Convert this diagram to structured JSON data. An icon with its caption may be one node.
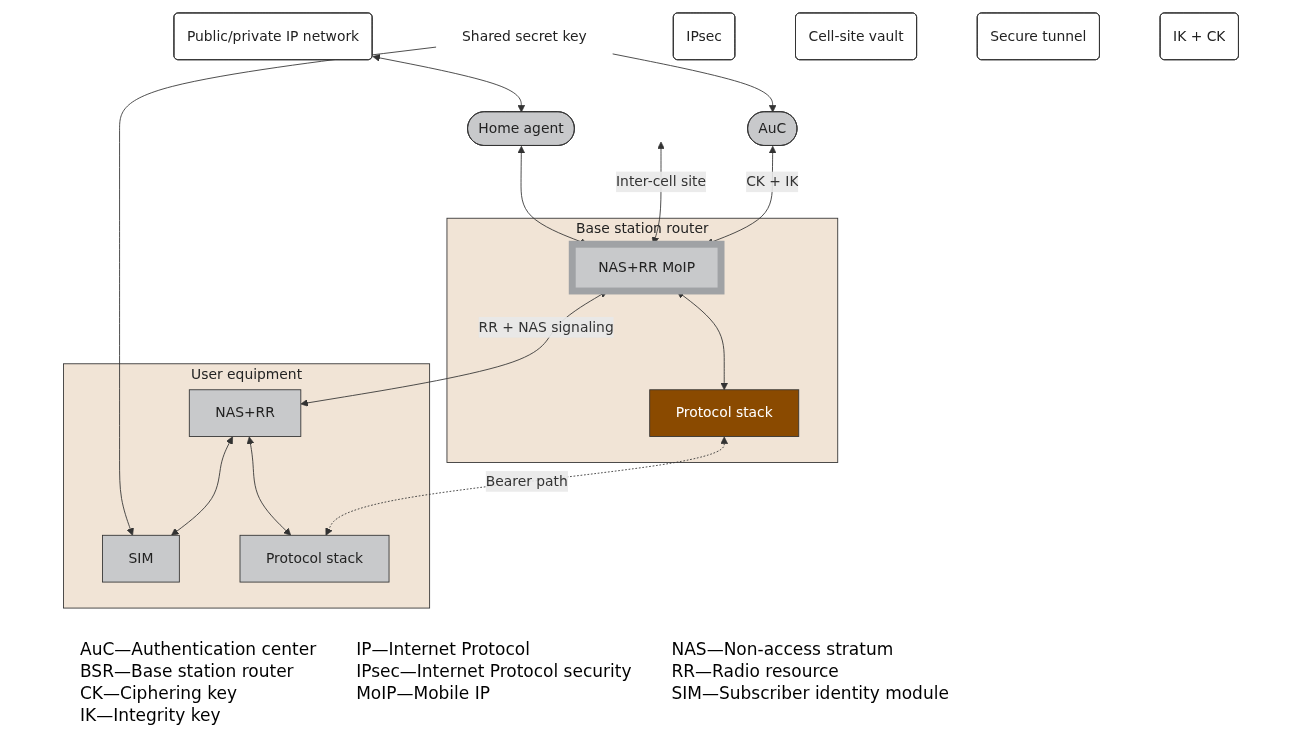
{
  "diagram": {
    "nodes": [
      {
        "text": [
          "Public/private IP network"
        ]
      },
      {
        "text": [
          "Home agent"
        ]
      },
      {
        "text": [
          "Shared secret key"
        ]
      },
      {
        "text": [
          "IPsec"
        ]
      },
      {
        "text": [
          "Cell-site vault"
        ]
      },
      {
        "text": [
          "AuC"
        ]
      },
      {
        "text": [
          "Base station router"
        ]
      },
      {
        "text": [
          "NAS+RR MoIP"
        ],
        "in": 6
      },
      {
        "text": [
          "Protocol stack"
        ],
        "in": 6
      },
      {
        "text": [
          "User equipment"
        ]
      },
      {
        "text": [
          "NAS+RR"
        ],
        "in": 9
      },
      {
        "text": [
          "SIM"
        ],
        "in": 9
      },
      {
        "text": [
          "Protocol stack"
        ],
        "in": 9
      },
      {
        "text": [
          "Secure tunnel"
        ]
      },
      {
        "text": [
          "IK + CK"
        ]
      }
    ],
    "edges": [
      {
        "from": 0,
        "to": 1,
        "arrow": "both"
      },
      {
        "from": 1,
        "to": 7,
        "arrow": "both"
      },
      {
        "from": 2,
        "to": 5,
        "arrow": "to"
      },
      {
        "from": 2,
        "to": 11,
        "arrow": "to"
      },
      {
        "from": null,
        "to": 7,
        "arrow": "both",
        "label": "Inter-cell site"
      },
      {
        "from": 5,
        "to": 7,
        "arrow": "both",
        "label": "CK + IK"
      },
      {
        "from": 7,
        "to": 10,
        "arrow": "both",
        "label": "RR + NAS signaling"
      },
      {
        "from": 7,
        "to": 8,
        "arrow": "both"
      },
      {
        "from": 10,
        "to": 12,
        "arrow": "both"
      },
      {
        "from": 10,
        "to": 11,
        "arrow": "both"
      },
      {
        "from": 8,
        "to": 12,
        "arrow": "both",
        "style": "dashed",
        "label": "Bearer path"
      }
    ],
    "labels": [
      "AuC—Authentication center",
      "IP—Internet Protocol",
      "NAS—Non-access stratum",
      "BSR—Base station router",
      "IPsec—Internet Protocol security",
      "RR—Radio resource",
      "CK—Ciphering key",
      "MoIP—Mobile IP",
      "SIM—Subscriber identity module",
      "IK—Integrity key"
    ]
  }
}
